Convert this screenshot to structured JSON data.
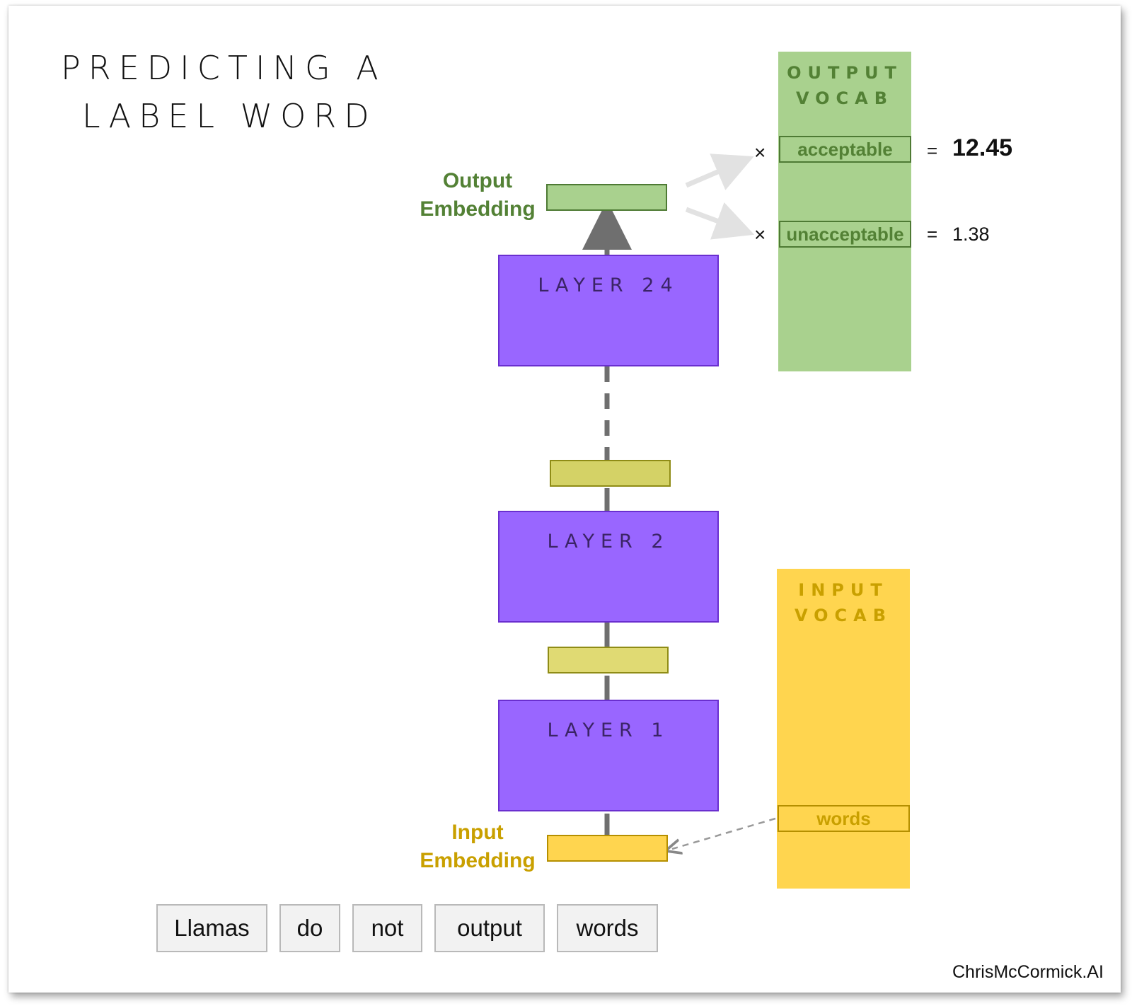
{
  "title": {
    "line1": "PREDICTING A",
    "line2": "LABEL WORD"
  },
  "output_vocab": {
    "title_line1": "OUTPUT",
    "title_line2": "VOCAB",
    "entries": [
      "acceptable",
      "unacceptable"
    ],
    "scores": [
      "12.45",
      "1.38"
    ],
    "times_symbol": "×",
    "equals_symbol": "="
  },
  "input_vocab": {
    "title_line1": "INPUT",
    "title_line2": "VOCAB",
    "entry": "words"
  },
  "output_embedding_label": {
    "line1": "Output",
    "line2": "Embedding"
  },
  "input_embedding_label": {
    "line1": "Input",
    "line2": "Embedding"
  },
  "layers": [
    "LAYER 24",
    "LAYER 2",
    "LAYER 1"
  ],
  "tokens": [
    "Llamas",
    "do",
    "not",
    "output",
    "words"
  ],
  "footer": "ChrisMcCormick.AI",
  "colors": {
    "layer_fill": "#9966ff",
    "output_green": "#a9d18e",
    "output_text": "#538135",
    "input_yellow": "#ffd54f",
    "input_text": "#c9a000",
    "hidden_state": "#d4d266"
  }
}
